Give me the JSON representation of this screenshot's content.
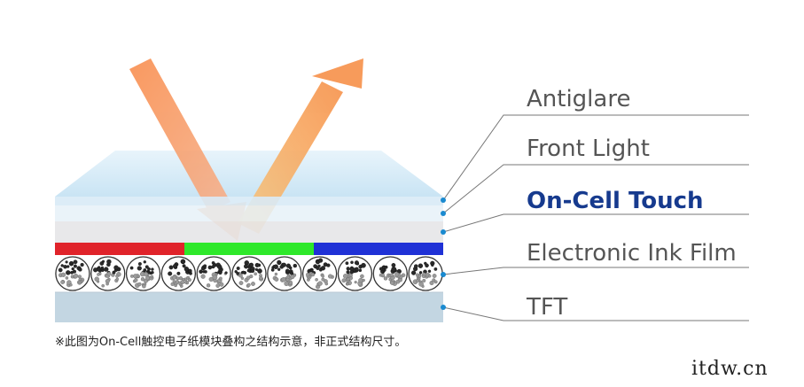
{
  "layers": [
    {
      "label": "Antiglare",
      "highlight": false
    },
    {
      "label": "Front Light",
      "highlight": false
    },
    {
      "label": "On-Cell Touch",
      "highlight": true
    },
    {
      "label": "Electronic Ink Film",
      "highlight": false
    },
    {
      "label": "TFT",
      "highlight": false
    }
  ],
  "color_filter": [
    "#e0232a",
    "#2ee82a",
    "#1f31d6"
  ],
  "colors": {
    "highlight_label": "#163a8e",
    "label_text": "#555555",
    "leader_dot": "#1a8ad0",
    "arrow": "#f7a36a"
  },
  "caption": "※此图为On-Cell触控电子纸模块叠构之结构示意，非正式结构尺寸。",
  "watermark": "itdw.cn"
}
